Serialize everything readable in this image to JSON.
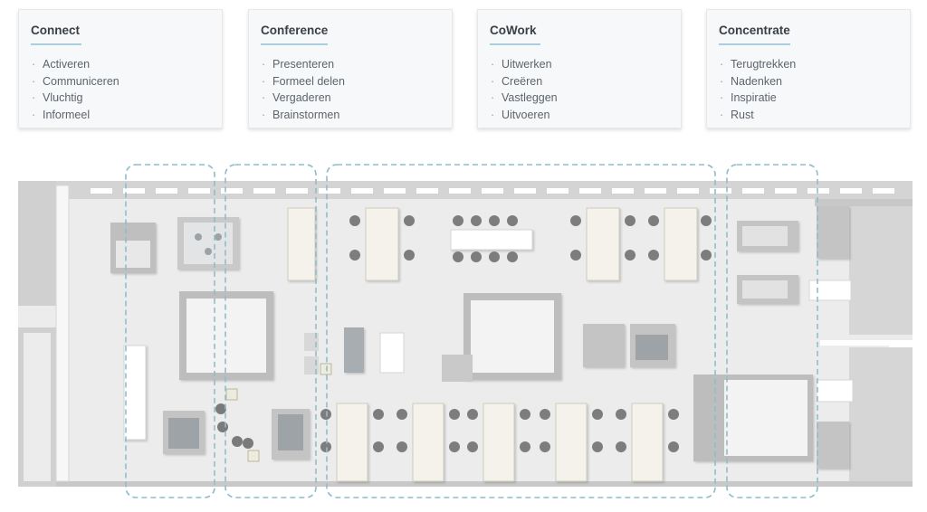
{
  "zones": [
    {
      "title": "Connect",
      "items": [
        "Activeren",
        "Communiceren",
        "Vluchtig",
        "Informeel"
      ]
    },
    {
      "title": "Conference",
      "items": [
        "Presenteren",
        "Formeel delen",
        "Vergaderen",
        "Brainstormen"
      ]
    },
    {
      "title": "CoWork",
      "items": [
        "Uitwerken",
        "Creëren",
        "Vastleggen",
        "Uitvoeren"
      ]
    },
    {
      "title": "Concentrate",
      "items": [
        "Terugtrekken",
        "Nadenken",
        "Inspiratie",
        "Rust"
      ]
    }
  ],
  "colors": {
    "zone_outline": "#8fbccb",
    "title_underline": "#a9cfdc",
    "floor": "#ececec",
    "wall": "#c4c4c4",
    "desk": "#f4f2ea",
    "chair": "#7d7d7d"
  },
  "bullet": "·"
}
